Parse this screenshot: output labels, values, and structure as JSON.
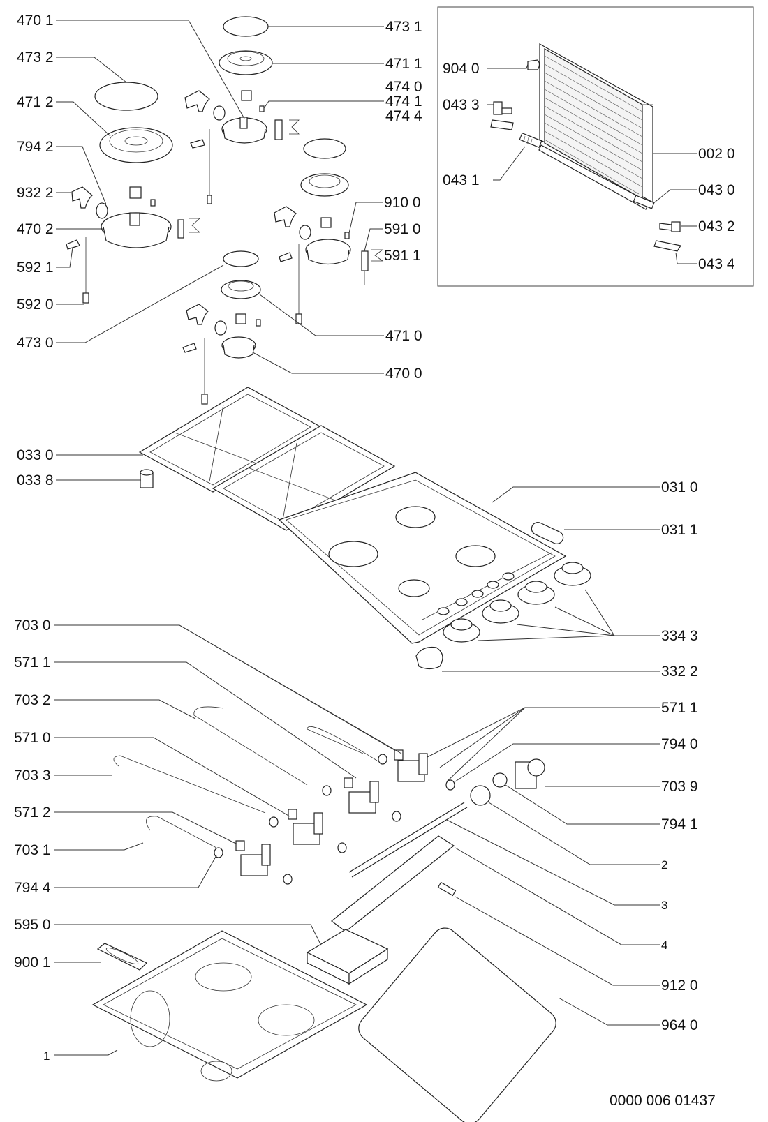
{
  "diagram": {
    "type": "exploded-parts-diagram",
    "subject": "gas hob",
    "drawing_number": "0000 006 01437"
  },
  "labels_left": [
    {
      "id": "470-1",
      "text": "470 1"
    },
    {
      "id": "473-2",
      "text": "473 2"
    },
    {
      "id": "471-2",
      "text": "471 2"
    },
    {
      "id": "794-2",
      "text": "794 2"
    },
    {
      "id": "932-2",
      "text": "932 2"
    },
    {
      "id": "470-2",
      "text": "470 2"
    },
    {
      "id": "592-1",
      "text": "592 1"
    },
    {
      "id": "592-0",
      "text": "592 0"
    },
    {
      "id": "473-0",
      "text": "473 0"
    },
    {
      "id": "033-0",
      "text": "033 0"
    },
    {
      "id": "033-8",
      "text": "033 8"
    },
    {
      "id": "703-0",
      "text": "703 0"
    },
    {
      "id": "571-1-left",
      "text": "571 1"
    },
    {
      "id": "703-2",
      "text": "703 2"
    },
    {
      "id": "571-0",
      "text": "571 0"
    },
    {
      "id": "703-3",
      "text": "703 3"
    },
    {
      "id": "571-2",
      "text": "571 2"
    },
    {
      "id": "703-1",
      "text": "703 1"
    },
    {
      "id": "794-4",
      "text": "794 4"
    },
    {
      "id": "595-0",
      "text": "595 0"
    },
    {
      "id": "900-1",
      "text": "900 1"
    },
    {
      "id": "1",
      "text": "1"
    }
  ],
  "labels_right": [
    {
      "id": "473-1",
      "text": "473 1"
    },
    {
      "id": "471-1",
      "text": "471 1"
    },
    {
      "id": "474-0",
      "text": "474 0"
    },
    {
      "id": "474-1",
      "text": "474 1"
    },
    {
      "id": "474-4",
      "text": "474 4"
    },
    {
      "id": "910-0",
      "text": "910 0"
    },
    {
      "id": "591-0",
      "text": "591 0"
    },
    {
      "id": "591-1",
      "text": "591 1"
    },
    {
      "id": "471-0",
      "text": "471 0"
    },
    {
      "id": "470-0",
      "text": "470 0"
    },
    {
      "id": "031-0",
      "text": "031 0"
    },
    {
      "id": "031-1",
      "text": "031 1"
    },
    {
      "id": "334-3",
      "text": "334 3"
    },
    {
      "id": "332-2",
      "text": "332 2"
    },
    {
      "id": "571-1-right",
      "text": "571 1"
    },
    {
      "id": "794-0",
      "text": "794 0"
    },
    {
      "id": "703-9",
      "text": "703 9"
    },
    {
      "id": "794-1",
      "text": "794 1"
    },
    {
      "id": "2",
      "text": "2"
    },
    {
      "id": "3",
      "text": "3"
    },
    {
      "id": "4",
      "text": "4"
    },
    {
      "id": "912-0",
      "text": "912 0"
    },
    {
      "id": "964-0",
      "text": "964 0"
    }
  ],
  "inset_labels": [
    {
      "id": "904-0",
      "text": "904 0"
    },
    {
      "id": "043-3",
      "text": "043 3"
    },
    {
      "id": "043-1",
      "text": "043 1"
    },
    {
      "id": "002-0",
      "text": "002 0"
    },
    {
      "id": "043-0",
      "text": "043 0"
    },
    {
      "id": "043-2",
      "text": "043 2"
    },
    {
      "id": "043-4",
      "text": "043 4"
    }
  ]
}
